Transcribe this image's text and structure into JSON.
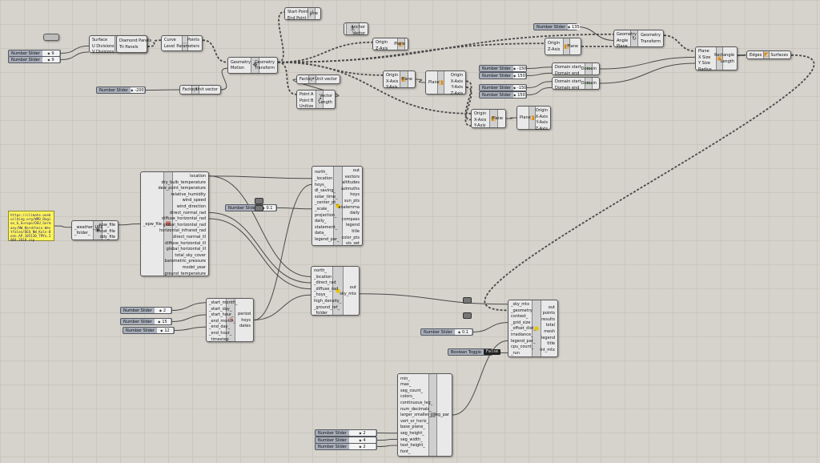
{
  "colors": {
    "canvas": "#d6d3cc",
    "component": "#e9e9e9",
    "slider": "#a9afbb",
    "panel": "#fff45a",
    "wire": "#4a4a4a"
  },
  "nodes": {
    "surface": {
      "inputs": [
        "Surface",
        "U Divisions",
        "V Divisions"
      ],
      "outputs": [],
      "icon": "surface-icon"
    },
    "diamond": {
      "inputs": [
        "Diamond Panels"
      ],
      "outputs": [
        "Tri Panels"
      ],
      "icon": "diamond-panels-icon"
    },
    "curve": {
      "inputs": [
        "Curve",
        "Level"
      ],
      "outputs": [
        "Points",
        "Parameters"
      ],
      "icon": "divide-curve-icon"
    },
    "line": {
      "inputs": [
        "Start Point",
        "End Point"
      ],
      "outputs": [
        "Line"
      ],
      "icon": "line-icon"
    },
    "anchor": {
      "inputs": [],
      "outputs": [
        "Anchor",
        "Vector"
      ],
      "icon": "anchor-icon"
    },
    "origin1": {
      "inputs": [
        "Origin",
        "Z-Axis"
      ],
      "outputs": [
        "Plane"
      ],
      "icon": "plane-icon"
    },
    "move": {
      "inputs": [
        "Geometry",
        "Motion"
      ],
      "outputs": [
        "Geometry",
        "Transform"
      ],
      "icon": "move-icon"
    },
    "unitvec": {
      "inputs": [
        "Factor"
      ],
      "outputs": [
        "Unit vector"
      ],
      "icon": "unit-vector-icon"
    },
    "origin2": {
      "inputs": [
        "Origin",
        "X-Axis",
        "Y-Axis"
      ],
      "outputs": [
        "Plane"
      ],
      "icon": "plane-icon"
    },
    "deconplane1": {
      "inputs": [
        "Plane"
      ],
      "outputs": [
        "Origin",
        "X-Axis",
        "Y-Axis",
        "Z-Axis"
      ],
      "icon": "deconstruct-plane-icon"
    },
    "factor2": {
      "inputs": [
        "Factor"
      ],
      "outputs": [
        "Unit vector"
      ],
      "icon": "unit-vector-icon"
    },
    "vec2pt": {
      "inputs": [
        "Point A",
        "Point B",
        "Unitize"
      ],
      "outputs": [
        "Vector",
        "Length"
      ],
      "icon": "vector-2pt-icon"
    },
    "origin3": {
      "inputs": [
        "Origin",
        "Z-Axis"
      ],
      "outputs": [
        "Plane"
      ],
      "icon": "plane-icon"
    },
    "rotate": {
      "inputs": [
        "Geometry",
        "Angle",
        "Plane"
      ],
      "outputs": [
        "Geometry",
        "Transform"
      ],
      "icon": "rotate-icon"
    },
    "rectangle": {
      "inputs": [
        "Plane",
        "X Size",
        "Y Size",
        "Radius"
      ],
      "outputs": [
        "Rectangle",
        "Length"
      ],
      "icon": "rectangle-icon"
    },
    "edges": {
      "inputs": [
        "Edges"
      ],
      "outputs": [
        "Surfaces"
      ],
      "icon": "boundary-surface-icon"
    },
    "domain1": {
      "inputs": [
        "Domain start",
        "Domain end"
      ],
      "outputs": [
        "Domain"
      ],
      "icon": "domain-icon"
    },
    "domain2": {
      "inputs": [
        "Domain start",
        "Domain end"
      ],
      "outputs": [
        "Domain"
      ],
      "icon": "domain-icon"
    },
    "origin4": {
      "inputs": [
        "Origin",
        "X-Axis",
        "Y-Axis"
      ],
      "outputs": [
        "Plane"
      ],
      "icon": "plane-icon"
    },
    "deconplane2": {
      "inputs": [
        "Plane"
      ],
      "outputs": [
        "Origin",
        "X-Axis",
        "Y-Axis",
        "Z-Axis"
      ],
      "icon": "deconstruct-plane-icon"
    },
    "importepw": {
      "inputs": [
        "_weather_URL",
        "_folder_"
      ],
      "outputs": [
        "epw_file",
        "stat_file",
        "ddy_file"
      ],
      "icon": "globe-icon"
    },
    "epwdata": {
      "inputs": [
        "_epw_file"
      ],
      "outputs": [
        "location",
        "dry_bulb_temperature",
        "dew_point_temperature",
        "relative_humidity",
        "wind_speed",
        "wind_direction",
        "direct_normal_rad",
        "diffuse_horizontal_rad",
        "global_horizontal_rad",
        "horizontal_infrared_rad",
        "direct_normal_ill",
        "diffuse_horizontal_ill",
        "global_horizontal_ill",
        "total_sky_cover",
        "barometric_pressure",
        "model_year",
        "ground_temperature"
      ],
      "icon": "epw-icon"
    },
    "sunpath": {
      "inputs": [
        "north_",
        "_location",
        "hoys_",
        "dl_saving_",
        "solar_time_",
        "_center_pt_",
        "_scale_",
        "projection_",
        "daily_",
        "statement_",
        "data_",
        "legend_par_"
      ],
      "outputs": [
        "out",
        "vectors",
        "altitudes",
        "azimuths",
        "hoys",
        "sun_pts",
        "analemma",
        "daily",
        "compass",
        "legend",
        "title",
        "color_pts",
        "vis_set"
      ],
      "icon": "sun-icon"
    },
    "skymtx": {
      "inputs": [
        "north_",
        "_location",
        "_direct_rad",
        "_diffuse_rad",
        "_hoys_",
        "high_density_",
        "_ground_ref_",
        "_folder_"
      ],
      "outputs": [
        "out",
        "sky_mtx"
      ],
      "icon": "sun-icon"
    },
    "analysisperiod": {
      "inputs": [
        "_start_month_",
        "_start_day_",
        "_start_hour_",
        "_end_month_",
        "_end_day_",
        "_end_hour_",
        "_timestep_"
      ],
      "outputs": [
        "period",
        "hoys",
        "dates"
      ],
      "icon": "clock-icon"
    },
    "incident": {
      "inputs": [
        "_sky_mtx",
        "_geometry",
        "context_",
        "_grid_size",
        "_offset_dist_",
        "irradiance_",
        "legend_par_",
        "cpu_count_",
        "_run"
      ],
      "outputs": [
        "out",
        "points",
        "results",
        "total",
        "mesh",
        "legend",
        "title",
        "int_mtx"
      ],
      "icon": "sun-icon"
    },
    "legendpar": {
      "inputs": [
        "min_",
        "max_",
        "seg_count_",
        "colors_",
        "continuous_leg_",
        "num_decimals_",
        "larger_smaller_",
        "vert_or_horiz_",
        "base_plane_",
        "seg_height_",
        "seg_width_",
        "text_height_",
        "font_"
      ],
      "outputs": [
        "leg_par"
      ],
      "icon": "legend-icon"
    }
  },
  "sliders": {
    "s_u": {
      "label": "Number Slider",
      "value": "9"
    },
    "s_v": {
      "label": "Number Slider",
      "value": "9"
    },
    "s_factor": {
      "label": "Number Slider",
      "value": "-200"
    },
    "s_angle": {
      "label": "Number Slider",
      "value": "135"
    },
    "s_d1a": {
      "label": "Number Slider",
      "value": "-150"
    },
    "s_d1b": {
      "label": "Number Slider",
      "value": "150"
    },
    "s_d2a": {
      "label": "Number Slider",
      "value": "-150"
    },
    "s_d2b": {
      "label": "Number Slider",
      "value": "150"
    },
    "s_scale": {
      "label": "Number Slider",
      "value": "0.1"
    },
    "s_month": {
      "label": "Number Slider",
      "value": "2"
    },
    "s_hour": {
      "label": "Number Slider",
      "value": "15"
    },
    "s_day": {
      "label": "Number Slider",
      "value": "12"
    },
    "s_grid": {
      "label": "Number Slider",
      "value": "0.1"
    },
    "s_seg1": {
      "label": "Number Slider",
      "value": "2"
    },
    "s_seg2": {
      "label": "Number Slider",
      "value": "4"
    },
    "s_seg3": {
      "label": "Number Slider",
      "value": "2"
    }
  },
  "toggle": {
    "label": "Boolean Toggle",
    "value": "False"
  },
  "panel": {
    "text": "https://climate.onebuilding.org/WMO_Region_6_Europe/DEU_Germany/NW_Nordrhein-Westfalen/DEU_NW_Koln-Bonn.AP.105130_TMYx.2004-2018.zip"
  }
}
